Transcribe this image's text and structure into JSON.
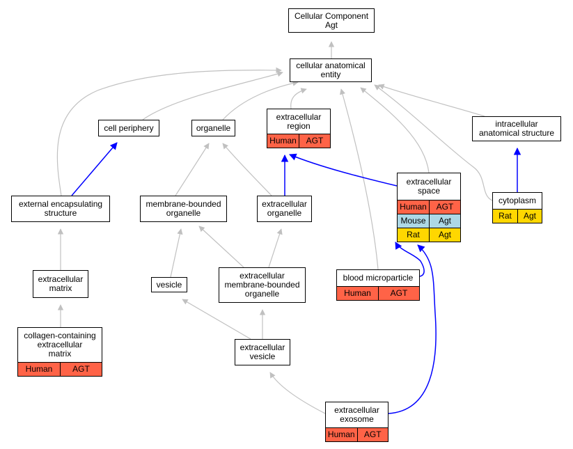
{
  "colors": {
    "is_a_edge": "#c0c0c0",
    "annotated_edge": "#0000ff",
    "human": "#ff6347",
    "mouse": "#add8e6",
    "rat": "#ffd700"
  },
  "nodes": {
    "cellular_component": {
      "label": "Cellular Component\nAgt"
    },
    "cellular_anatomical_entity": {
      "label": "cellular anatomical\nentity"
    },
    "cell_periphery": {
      "label": "cell periphery"
    },
    "organelle": {
      "label": "organelle"
    },
    "extracellular_region": {
      "label": "extracellular\nregion",
      "annotations": [
        {
          "species": "Human",
          "gene": "AGT",
          "color": "human"
        }
      ]
    },
    "intracellular_anatomical_structure": {
      "label": "intracellular\nanatomical structure"
    },
    "external_encapsulating_structure": {
      "label": "external encapsulating\nstructure"
    },
    "membrane_bounded_organelle": {
      "label": "membrane-bounded\norganelle"
    },
    "extracellular_organelle": {
      "label": "extracellular\norganelle"
    },
    "extracellular_space": {
      "label": "extracellular\nspace",
      "annotations": [
        {
          "species": "Human",
          "gene": "AGT",
          "color": "human"
        },
        {
          "species": "Mouse",
          "gene": "Agt",
          "color": "mouse"
        },
        {
          "species": "Rat",
          "gene": "Agt",
          "color": "rat"
        }
      ]
    },
    "cytoplasm": {
      "label": "cytoplasm",
      "annotations": [
        {
          "species": "Rat",
          "gene": "Agt",
          "color": "rat"
        }
      ]
    },
    "extracellular_matrix": {
      "label": "extracellular\nmatrix"
    },
    "vesicle": {
      "label": "vesicle"
    },
    "extracellular_membrane_bounded_organelle": {
      "label": "extracellular\nmembrane-bounded\norganelle"
    },
    "blood_microparticle": {
      "label": "blood microparticle",
      "annotations": [
        {
          "species": "Human",
          "gene": "AGT",
          "color": "human"
        }
      ]
    },
    "collagen_containing_extracellular_matrix": {
      "label": "collagen-containing\nextracellular\nmatrix",
      "annotations": [
        {
          "species": "Human",
          "gene": "AGT",
          "color": "human"
        }
      ]
    },
    "extracellular_vesicle": {
      "label": "extracellular\nvesicle"
    },
    "extracellular_exosome": {
      "label": "extracellular\nexosome",
      "annotations": [
        {
          "species": "Human",
          "gene": "AGT",
          "color": "human"
        }
      ]
    }
  },
  "edges": [
    {
      "from": "cellular_anatomical_entity",
      "to": "cellular_component",
      "type": "is_a"
    },
    {
      "from": "cell_periphery",
      "to": "cellular_anatomical_entity",
      "type": "is_a"
    },
    {
      "from": "organelle",
      "to": "cellular_anatomical_entity",
      "type": "is_a"
    },
    {
      "from": "extracellular_region",
      "to": "cellular_anatomical_entity",
      "type": "is_a"
    },
    {
      "from": "intracellular_anatomical_structure",
      "to": "cellular_anatomical_entity",
      "type": "is_a"
    },
    {
      "from": "external_encapsulating_structure",
      "to": "cellular_anatomical_entity",
      "type": "is_a"
    },
    {
      "from": "extracellular_space",
      "to": "cellular_anatomical_entity",
      "type": "is_a"
    },
    {
      "from": "cytoplasm",
      "to": "cellular_anatomical_entity",
      "type": "is_a"
    },
    {
      "from": "blood_microparticle",
      "to": "cellular_anatomical_entity",
      "type": "is_a"
    },
    {
      "from": "external_encapsulating_structure",
      "to": "cell_periphery",
      "type": "annotated"
    },
    {
      "from": "extracellular_space",
      "to": "extracellular_region",
      "type": "annotated"
    },
    {
      "from": "extracellular_organelle",
      "to": "extracellular_region",
      "type": "annotated"
    },
    {
      "from": "cytoplasm",
      "to": "intracellular_anatomical_structure",
      "type": "annotated"
    },
    {
      "from": "membrane_bounded_organelle",
      "to": "organelle",
      "type": "is_a"
    },
    {
      "from": "extracellular_organelle",
      "to": "organelle",
      "type": "is_a"
    },
    {
      "from": "extracellular_matrix",
      "to": "external_encapsulating_structure",
      "type": "is_a"
    },
    {
      "from": "collagen_containing_extracellular_matrix",
      "to": "extracellular_matrix",
      "type": "is_a"
    },
    {
      "from": "vesicle",
      "to": "membrane_bounded_organelle",
      "type": "is_a"
    },
    {
      "from": "extracellular_membrane_bounded_organelle",
      "to": "membrane_bounded_organelle",
      "type": "is_a"
    },
    {
      "from": "extracellular_membrane_bounded_organelle",
      "to": "extracellular_organelle",
      "type": "is_a"
    },
    {
      "from": "extracellular_vesicle",
      "to": "vesicle",
      "type": "is_a"
    },
    {
      "from": "extracellular_vesicle",
      "to": "extracellular_membrane_bounded_organelle",
      "type": "is_a"
    },
    {
      "from": "extracellular_exosome",
      "to": "extracellular_vesicle",
      "type": "is_a"
    },
    {
      "from": "blood_microparticle",
      "to": "extracellular_space",
      "type": "annotated"
    },
    {
      "from": "extracellular_exosome",
      "to": "extracellular_space",
      "type": "annotated"
    }
  ]
}
